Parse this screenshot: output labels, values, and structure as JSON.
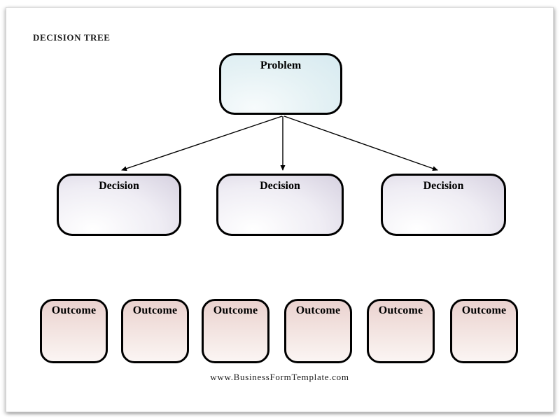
{
  "document": {
    "title": "DECISION TREE",
    "footer": "www.BusinessFormTemplate.com"
  },
  "diagram": {
    "type": "decision-tree",
    "root": {
      "label": "Problem"
    },
    "decisions": [
      {
        "label": "Decision"
      },
      {
        "label": "Decision"
      },
      {
        "label": "Decision"
      }
    ],
    "outcomes": [
      {
        "label": "Outcome"
      },
      {
        "label": "Outcome"
      },
      {
        "label": "Outcome"
      },
      {
        "label": "Outcome"
      },
      {
        "label": "Outcome"
      },
      {
        "label": "Outcome"
      }
    ],
    "connections": [
      {
        "from": "Problem",
        "to": "Decision-1",
        "style": "arrow"
      },
      {
        "from": "Problem",
        "to": "Decision-2",
        "style": "arrow"
      },
      {
        "from": "Problem",
        "to": "Decision-3",
        "style": "arrow"
      }
    ],
    "colors": {
      "box_border": "#000000",
      "arrow": "#000000",
      "problem_fill_edge": "#d7eaf0",
      "problem_fill_center": "#f7fbfc",
      "decision_fill_edge": "#d6d1e0",
      "decision_fill_center": "#ffffff",
      "outcome_fill_top": "#ead2cf",
      "outcome_fill_bottom": "#fbf5f3",
      "page_background": "#ffffff"
    }
  }
}
